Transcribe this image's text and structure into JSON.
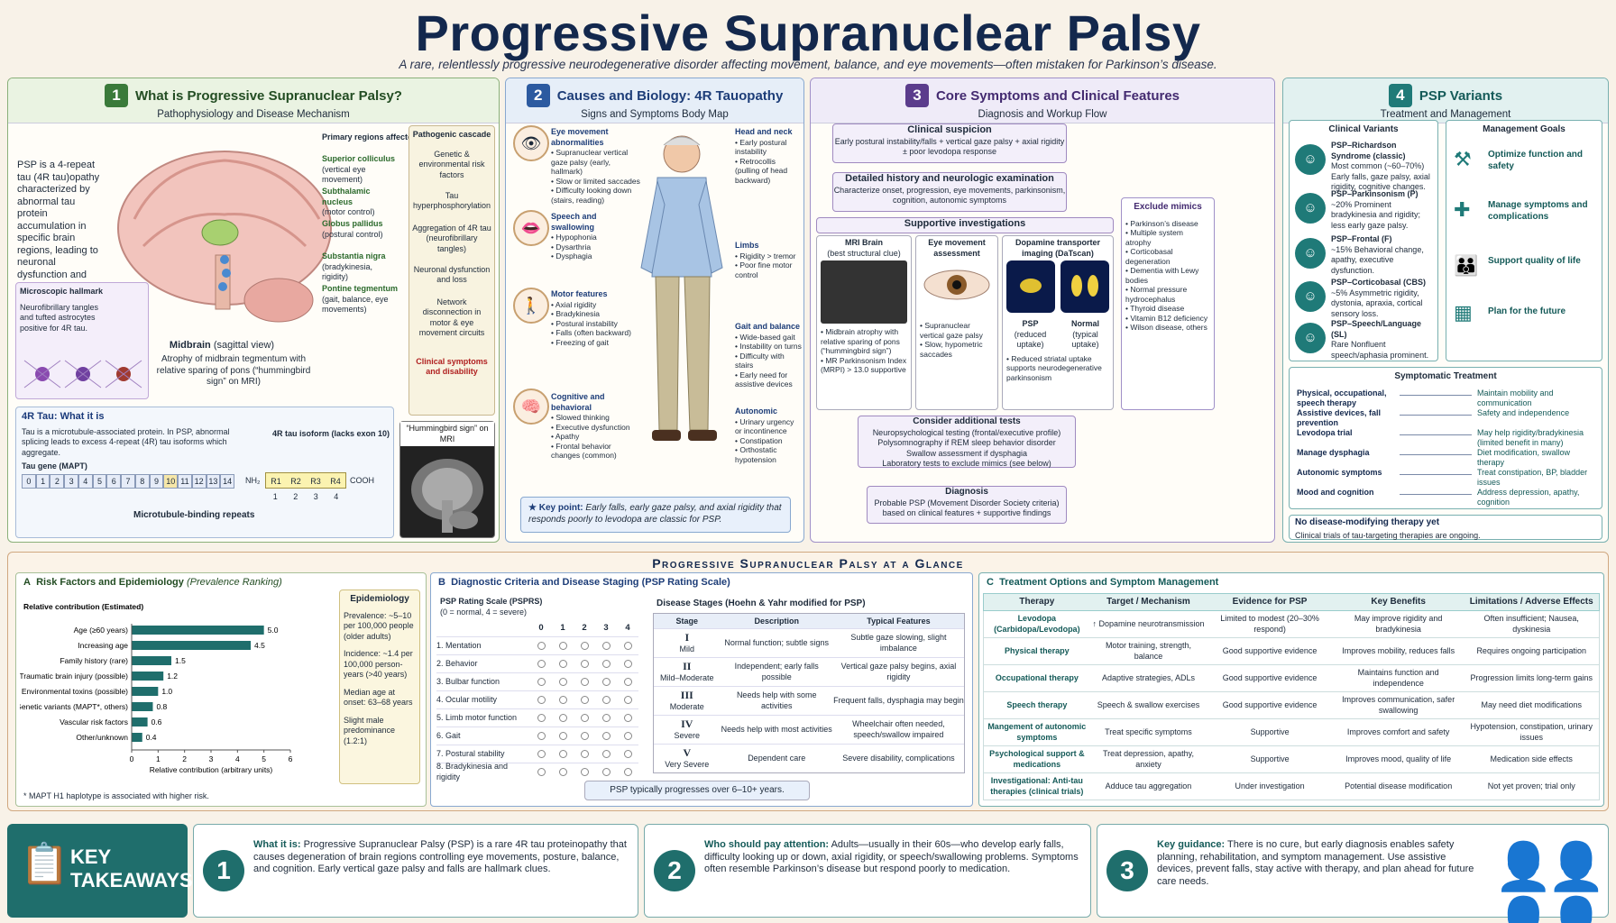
{
  "header": {
    "title": "Progressive Supranuclear Palsy",
    "subtitle": "A rare, relentlessly progressive neurodegenerative disorder affecting movement, balance, and eye movements—often mistaken for Parkinson’s disease."
  },
  "p1": {
    "num": "1",
    "title": "What is Progressive Supranuclear Palsy?",
    "sub": "Pathophysiology and Disease Mechanism",
    "intro": "PSP is a 4-repeat tau (4R tau)opathy characterized by abnormal tau protein accumulation in specific brain regions, leading to neuronal dysfunction and progressive cell loss.",
    "regions_title": "Primary regions affected",
    "regions": [
      {
        "n": "Superior colliculus",
        "d": "(vertical eye movement)"
      },
      {
        "n": "Subthalamic nucleus",
        "d": "(motor control)"
      },
      {
        "n": "Globus pallidus",
        "d": "(postural control)"
      },
      {
        "n": "Substantia nigra",
        "d": "(bradykinesia, rigidity)"
      },
      {
        "n": "Pontine tegmentum",
        "d": "(gait, balance, eye movements)"
      }
    ],
    "cascade_title": "Pathogenic cascade",
    "cascade": [
      "Genetic & environmental risk factors",
      "Tau hyperphosphorylation",
      "Aggregation of 4R tau (neurofibrillary tangles)",
      "Neuronal dysfunction and loss",
      "Network disconnection in motor & eye movement circuits",
      "Clinical symptoms and disability"
    ],
    "micro_title": "Microscopic hallmark",
    "micro_text": "Neurofibrillary tangles and tufted astrocytes positive for 4R tau.",
    "midbrain_title": "Midbrain",
    "midbrain_view": "(sagittal view)",
    "midbrain_text": "Atrophy of midbrain tegmentum with relative sparing of pons (“hummingbird sign” on MRI)",
    "tau_title": "4R Tau: What it is",
    "tau_text": "Tau is a microtubule-associated protein. In PSP, abnormal splicing leads to excess 4-repeat (4R) tau isoforms which aggregate.",
    "tau_gene": "Tau gene (MAPT)",
    "exons": [
      "0",
      "1",
      "2",
      "3",
      "4",
      "5",
      "6",
      "7",
      "8",
      "9",
      "10",
      "11",
      "12",
      "13",
      "14"
    ],
    "isoform_title": "4R tau isoform (lacks exon 10)",
    "nh2": "NH₂",
    "cooh": "COOH",
    "repeats": [
      "R1",
      "R2",
      "R3",
      "R4"
    ],
    "repeat_nums": [
      "1",
      "2",
      "3",
      "4"
    ],
    "mt_label": "Microtubule-binding repeats",
    "hb_label": "“Hummingbird sign” on MRI"
  },
  "p2": {
    "num": "2",
    "title": "Causes and Biology: 4R Tauopathy",
    "sub": "Signs and Symptoms Body Map",
    "left": [
      {
        "t": "Eye movement abnormalities",
        "i": [
          "Supranuclear vertical gaze palsy (early, hallmark)",
          "Slow or limited saccades",
          "Difficulty looking down (stairs, reading)"
        ],
        "icon": "👁"
      },
      {
        "t": "Speech and swallowing",
        "i": [
          "Hypophonia",
          "Dysarthria",
          "Dysphagia"
        ],
        "icon": "👄"
      },
      {
        "t": "Motor features",
        "i": [
          "Axial rigidity",
          "Bradykinesia",
          "Postural instability",
          "Falls (often backward)",
          "Freezing of gait"
        ],
        "icon": "🚶"
      },
      {
        "t": "Cognitive and behavioral",
        "i": [
          "Slowed thinking",
          "Executive dysfunction",
          "Apathy",
          "Frontal behavior changes (common)"
        ],
        "icon": "🧠"
      }
    ],
    "right": [
      {
        "t": "Head and neck",
        "i": [
          "Early postural instability",
          "Retrocollis (pulling of head backward)"
        ]
      },
      {
        "t": "Limbs",
        "i": [
          "Rigidity > tremor",
          "Poor fine motor control"
        ]
      },
      {
        "t": "Gait and balance",
        "i": [
          "Wide-based gait",
          "Instability on turns",
          "Difficulty with stairs",
          "Early need for assistive devices"
        ]
      },
      {
        "t": "Autonomic",
        "i": [
          "Urinary urgency or incontinence",
          "Constipation",
          "Orthostatic hypotension"
        ]
      }
    ],
    "key_label": "★ Key point:",
    "key_text": "Early falls, early gaze palsy, and axial rigidity that responds poorly to levodopa are classic for PSP."
  },
  "p3": {
    "num": "3",
    "title": "Core Symptoms and Clinical Features",
    "sub": "Diagnosis and Workup Flow",
    "s1_t": "Clinical suspicion",
    "s1_d": "Early postural instability/falls + vertical gaze palsy + axial rigidity ± poor levodopa response",
    "s2_t": "Detailed history and neurologic examination",
    "s2_d": "Characterize onset, progression, eye movements, parkinsonism, cognition, autonomic symptoms",
    "s3_t": "Supportive investigations",
    "mri_t": "MRI Brain",
    "mri_s": "(best structural clue)",
    "mri_i": [
      "Midbrain atrophy with relative sparing of pons (“hummingbird sign”)",
      "MR Parkinsonism Index (MRPI) > 13.0 supportive"
    ],
    "eye_t": "Eye movement assessment",
    "eye_i": [
      "Supranuclear vertical gaze palsy",
      "Slow, hypometric saccades"
    ],
    "dat_t": "Dopamine transporter imaging (DaTscan)",
    "dat_l1": "PSP",
    "dat_l1s": "(reduced uptake)",
    "dat_l2": "Normal",
    "dat_l2s": "(typical uptake)",
    "dat_i": [
      "Reduced striatal uptake supports neurodegenerative parkinsonism"
    ],
    "mim_t": "Exclude mimics",
    "mim_i": [
      "Parkinson’s disease",
      "Multiple system atrophy",
      "Corticobasal degeneration",
      "Dementia with Lewy bodies",
      "Normal pressure hydrocephalus",
      "Thyroid disease",
      "Vitamin B12 deficiency",
      "Wilson disease, others"
    ],
    "s4_t": "Consider additional tests",
    "s4_d": [
      "Neuropsychological testing (frontal/executive profile)",
      "Polysomnography if REM sleep behavior disorder",
      "Swallow assessment if dysphagia",
      "Laboratory tests to exclude mimics (see below)"
    ],
    "s5_t": "Diagnosis",
    "s5_d": "Probable PSP (Movement Disorder Society criteria) based on clinical features + supportive findings"
  },
  "p4": {
    "num": "4",
    "title": "PSP Variants",
    "sub": "Treatment and Management",
    "cv_title": "Clinical Variants",
    "variants": [
      {
        "n": "PSP–Richardson Syndrome (classic)",
        "d": "Most common (~60–70%) Early falls, gaze palsy, axial rigidity, cognitive changes."
      },
      {
        "n": "PSP–Parkinsonism (P)",
        "d": "~20% Prominent bradykinesia and rigidity; less early gaze palsy."
      },
      {
        "n": "PSP–Frontal (F)",
        "d": "~15% Behavioral change, apathy, executive dysfunction."
      },
      {
        "n": "PSP–Corticobasal (CBS)",
        "d": "~5% Asymmetric rigidity, dystonia, apraxia, cortical sensory loss."
      },
      {
        "n": "PSP–Speech/Language (SL)",
        "d": "Rare Nonfluent speech/aphasia prominent."
      }
    ],
    "mg_title": "Management Goals",
    "goals": [
      "Optimize function and safety",
      "Manage symptoms and complications",
      "Support quality of life",
      "Plan for the future"
    ],
    "st_title": "Symptomatic Treatment",
    "st": [
      {
        "l": "Physical, occupational, speech therapy",
        "r": "Maintain mobility and communication"
      },
      {
        "l": "Assistive devices, fall prevention",
        "r": "Safety and independence"
      },
      {
        "l": "Levodopa trial",
        "r": "May help rigidity/bradykinesia (limited benefit in many)"
      },
      {
        "l": "Manage dysphagia",
        "r": "Diet modification, swallow therapy"
      },
      {
        "l": "Autonomic symptoms",
        "r": "Treat constipation, BP, bladder issues"
      },
      {
        "l": "Mood and cognition",
        "r": "Address depression, apathy, cognition"
      }
    ],
    "nd_title": "No disease-modifying therapy yet",
    "nd_text": "Clinical trials of tau-targeting therapies are ongoing."
  },
  "band": {
    "title": "Progressive Supranuclear Palsy at a Glance"
  },
  "pa": {
    "letter": "A",
    "title": "Risk Factors and Epidemiology",
    "title2": "(Prevalence Ranking)",
    "rc": "Relative contribution (Estimated)",
    "xlabel": "Relative contribution (arbitrary units)",
    "foot": "* MAPT H1 haplotype is associated with higher risk.",
    "epi_title": "Epidemiology",
    "epi": [
      "Prevalence: ~5–10 per 100,000 people (older adults)",
      "Incidence: ~1.4 per 100,000 person-years (>40 years)",
      "Median age at onset: 63–68 years",
      "Slight male predominance (1.2:1)"
    ]
  },
  "chart_data": {
    "type": "bar",
    "orientation": "horizontal",
    "categories": [
      "Age (≥60 years)",
      "Increasing age",
      "Family history (rare)",
      "Traumatic brain injury (possible)",
      "Environmental toxins (possible)",
      "Genetic variants (MAPT*, others)",
      "Vascular risk factors",
      "Other/unknown"
    ],
    "values": [
      5.0,
      4.5,
      1.5,
      1.2,
      1.0,
      0.8,
      0.6,
      0.4
    ],
    "value_labels": [
      "5.0",
      "4.5",
      "1.5",
      "1.2",
      "1.0",
      "0.8",
      "0.6",
      "0.4"
    ],
    "xlim": [
      0,
      6
    ],
    "ticks": [
      "0",
      "1",
      "2",
      "3",
      "4",
      "5",
      "6"
    ],
    "xlabel": "Relative contribution (arbitrary units)",
    "ylabel": "Relative contribution (Estimated)",
    "color": "#1f6e6c"
  },
  "pb": {
    "letter": "B",
    "title": "Diagnostic Criteria and Disease Staging (PSP Rating Scale)",
    "scale_title": "PSP Rating Scale (PSPRS)",
    "scale_sub": "(0 = normal, 4 = severe)",
    "cols": [
      "0",
      "1",
      "2",
      "3",
      "4"
    ],
    "items": [
      "1. Mentation",
      "2. Behavior",
      "3. Bulbar function",
      "4. Ocular motility",
      "5. Limb motor function",
      "6. Gait",
      "7. Postural stability",
      "8. Bradykinesia and rigidity"
    ],
    "stages_title": "Disease Stages (Hoehn & Yahr modified for PSP)",
    "sh": [
      "Stage",
      "Description",
      "Typical Features"
    ],
    "stages": [
      {
        "r": "I",
        "n": "Mild",
        "d": "Normal function; subtle signs",
        "f": "Subtle gaze slowing, slight imbalance"
      },
      {
        "r": "II",
        "n": "Mild–Moderate",
        "d": "Independent; early falls possible",
        "f": "Vertical gaze palsy begins, axial rigidity"
      },
      {
        "r": "III",
        "n": "Moderate",
        "d": "Needs help with some activities",
        "f": "Frequent falls, dysphagia may begin"
      },
      {
        "r": "IV",
        "n": "Severe",
        "d": "Needs help with most activities",
        "f": "Wheelchair often needed, speech/swallow impaired"
      },
      {
        "r": "V",
        "n": "Very Severe",
        "d": "Dependent care",
        "f": "Severe disability, complications"
      }
    ],
    "note": "PSP typically progresses over 6–10+ years."
  },
  "pc": {
    "letter": "C",
    "title": "Treatment Options and Symptom Management",
    "heads": [
      "Therapy",
      "Target / Mechanism",
      "Evidence for PSP",
      "Key Benefits",
      "Limitations / Adverse Effects"
    ],
    "rows": [
      [
        "Levodopa (Carbidopa/Levodopa)",
        "↑ Dopamine neurotransmission",
        "Limited to modest (20–30% respond)",
        "May improve rigidity and bradykinesia",
        "Often insufficient; Nausea, dyskinesia"
      ],
      [
        "Physical therapy",
        "Motor training, strength, balance",
        "Good supportive evidence",
        "Improves mobility, reduces falls",
        "Requires ongoing participation"
      ],
      [
        "Occupational therapy",
        "Adaptive strategies, ADLs",
        "Good supportive evidence",
        "Maintains function and independence",
        "Progression limits long-term gains"
      ],
      [
        "Speech therapy",
        "Speech & swallow exercises",
        "Good supportive evidence",
        "Improves communication, safer swallowing",
        "May need diet modifications"
      ],
      [
        "Mangement of autonomic symptoms",
        "Treat specific symptoms",
        "Supportive",
        "Improves comfort and safety",
        "Hypotension, constipation, urinary issues"
      ],
      [
        "Psychological support & medications",
        "Treat depression, apathy, anxiety",
        "Supportive",
        "Improves mood, quality of life",
        "Medication side effects"
      ],
      [
        "Investigational: Anti-tau therapies (clinical trials)",
        "Adduce tau aggregation",
        "Under investigation",
        "Potential disease modification",
        "Not yet proven; trial only"
      ]
    ]
  },
  "takeaways": {
    "title1": "KEY",
    "title2": "TAKEAWAYS",
    "items": [
      {
        "n": "1",
        "b": "What it is:",
        "t": "Progressive Supranuclear Palsy (PSP) is a rare 4R tau proteinopathy that causes degeneration of brain regions controlling eye movements, posture, balance, and cognition. Early vertical gaze palsy and falls are hallmark clues."
      },
      {
        "n": "2",
        "b": "Who should pay attention:",
        "t": "Adults—usually in their 60s—who develop early falls, difficulty looking up or down, axial rigidity, or speech/swallowing problems. Symptoms often resemble Parkinson’s disease but respond poorly to medication."
      },
      {
        "n": "3",
        "b": "Key guidance:",
        "t": "There is no cure, but early diagnosis enables safety planning, rehabilitation, and symptom management. Use assistive devices, prevent falls, stay active with therapy, and plan ahead for future care needs."
      }
    ]
  },
  "colors": {
    "green": "#3a7a3a",
    "blue": "#2c5aa0",
    "purple": "#5b3c8c",
    "teal": "#1f7a78",
    "navy": "#13284d",
    "orange": "#b0652a"
  }
}
